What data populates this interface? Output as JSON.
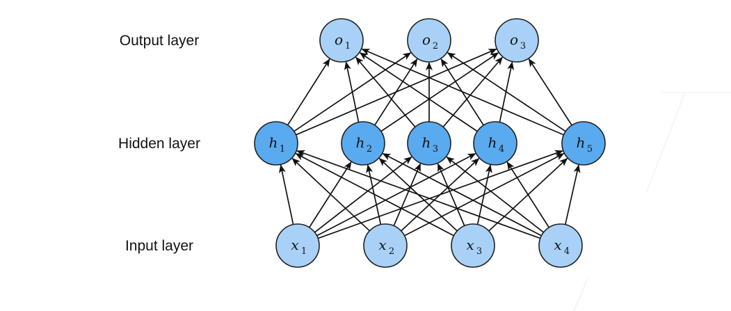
{
  "colors": {
    "light_node": "#a9d1f7",
    "dark_node": "#5aaaf0",
    "edge": "#111111",
    "node_stroke": "#1f1f1f"
  },
  "layers": [
    {
      "id": "output",
      "label": "Output layer",
      "variable": "o",
      "fill": "light",
      "nodes": [
        {
          "subscript": "1"
        },
        {
          "subscript": "2"
        },
        {
          "subscript": "3"
        }
      ]
    },
    {
      "id": "hidden",
      "label": "Hidden layer",
      "variable": "h",
      "fill": "dark",
      "nodes": [
        {
          "subscript": "1"
        },
        {
          "subscript": "2"
        },
        {
          "subscript": "3"
        },
        {
          "subscript": "4"
        },
        {
          "subscript": "5"
        }
      ]
    },
    {
      "id": "input",
      "label": "Input layer",
      "variable": "x",
      "fill": "light",
      "nodes": [
        {
          "subscript": "1"
        },
        {
          "subscript": "2"
        },
        {
          "subscript": "3"
        },
        {
          "subscript": "4"
        }
      ]
    }
  ],
  "connections": "fully-connected"
}
